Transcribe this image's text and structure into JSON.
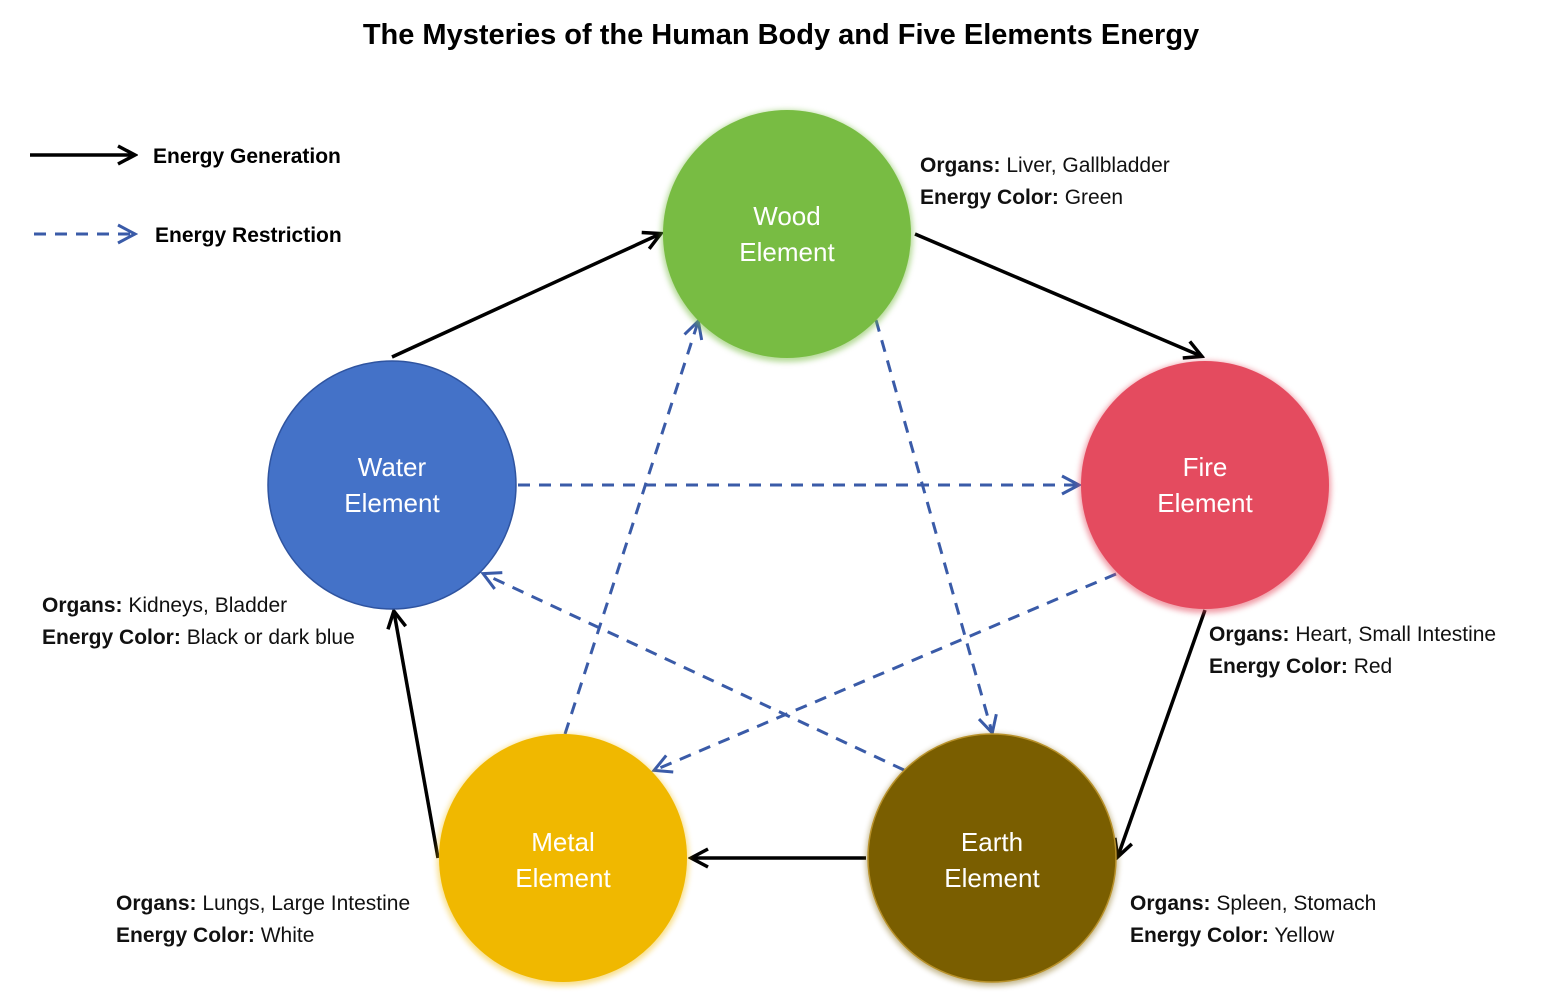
{
  "title": "The Mysteries of the Human Body and Five Elements Energy",
  "legend": {
    "generation": "Energy Generation",
    "restriction": "Energy Restriction"
  },
  "colors": {
    "generation_arrow": "#000000",
    "restriction_arrow": "#3a5ba8",
    "wood": "#78bc43",
    "fire": "#e44b5f",
    "earth": "#7a5e00",
    "metal": "#f0b800",
    "water": "#4472c8"
  },
  "elements": {
    "wood": {
      "line1": "Wood",
      "line2": "Element",
      "organs_label": "Organs:",
      "organs": " Liver, Gallbladder",
      "color_label": "Energy Color:",
      "color": " Green"
    },
    "fire": {
      "line1": "Fire",
      "line2": "Element",
      "organs_label": "Organs:",
      "organs": " Heart, Small Intestine",
      "color_label": "Energy Color:",
      "color": " Red"
    },
    "earth": {
      "line1": "Earth",
      "line2": "Element",
      "organs_label": "Organs:",
      "organs": " Spleen, Stomach",
      "color_label": "Energy Color:",
      "color": " Yellow"
    },
    "metal": {
      "line1": "Metal",
      "line2": "Element",
      "organs_label": "Organs:",
      "organs": " Lungs, Large Intestine",
      "color_label": "Energy Color:",
      "color": " White"
    },
    "water": {
      "line1": "Water",
      "line2": "Element",
      "organs_label": "Organs:",
      "organs": " Kidneys, Bladder",
      "color_label": "Energy Color:",
      "color": " Black or dark blue"
    }
  },
  "generation_cycle": [
    "wood",
    "fire",
    "earth",
    "metal",
    "water",
    "wood"
  ],
  "restriction_cycle": [
    [
      "wood",
      "earth"
    ],
    [
      "earth",
      "water"
    ],
    [
      "water",
      "fire"
    ],
    [
      "fire",
      "metal"
    ],
    [
      "metal",
      "wood"
    ]
  ]
}
